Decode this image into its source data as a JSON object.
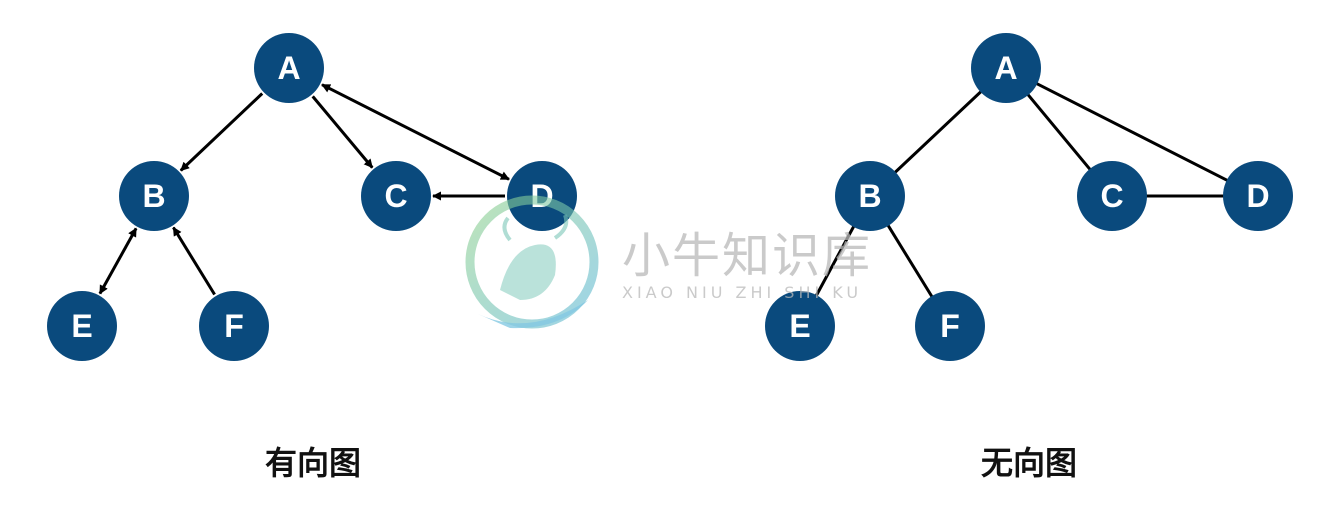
{
  "colors": {
    "node_fill": "#0a4a7d",
    "edge": "#000000",
    "label": "#ffffff"
  },
  "directed_graph": {
    "caption": "有向图",
    "nodes": {
      "A": {
        "label": "A"
      },
      "B": {
        "label": "B"
      },
      "C": {
        "label": "C"
      },
      "D": {
        "label": "D"
      },
      "E": {
        "label": "E"
      },
      "F": {
        "label": "F"
      }
    },
    "edges": [
      {
        "from": "A",
        "to": "B",
        "arrow": "end"
      },
      {
        "from": "A",
        "to": "C",
        "arrow": "end"
      },
      {
        "from": "A",
        "to": "D",
        "arrow": "both"
      },
      {
        "from": "D",
        "to": "C",
        "arrow": "end"
      },
      {
        "from": "E",
        "to": "B",
        "arrow": "both"
      },
      {
        "from": "F",
        "to": "B",
        "arrow": "end"
      }
    ]
  },
  "undirected_graph": {
    "caption": "无向图",
    "nodes": {
      "A": {
        "label": "A"
      },
      "B": {
        "label": "B"
      },
      "C": {
        "label": "C"
      },
      "D": {
        "label": "D"
      },
      "E": {
        "label": "E"
      },
      "F": {
        "label": "F"
      }
    },
    "edges": [
      {
        "from": "A",
        "to": "B"
      },
      {
        "from": "A",
        "to": "C"
      },
      {
        "from": "A",
        "to": "D"
      },
      {
        "from": "C",
        "to": "D"
      },
      {
        "from": "B",
        "to": "E"
      },
      {
        "from": "B",
        "to": "F"
      }
    ]
  },
  "watermark": {
    "name_cn": "小牛知识库",
    "name_en": "XIAO NIU ZHI SHI KU"
  }
}
